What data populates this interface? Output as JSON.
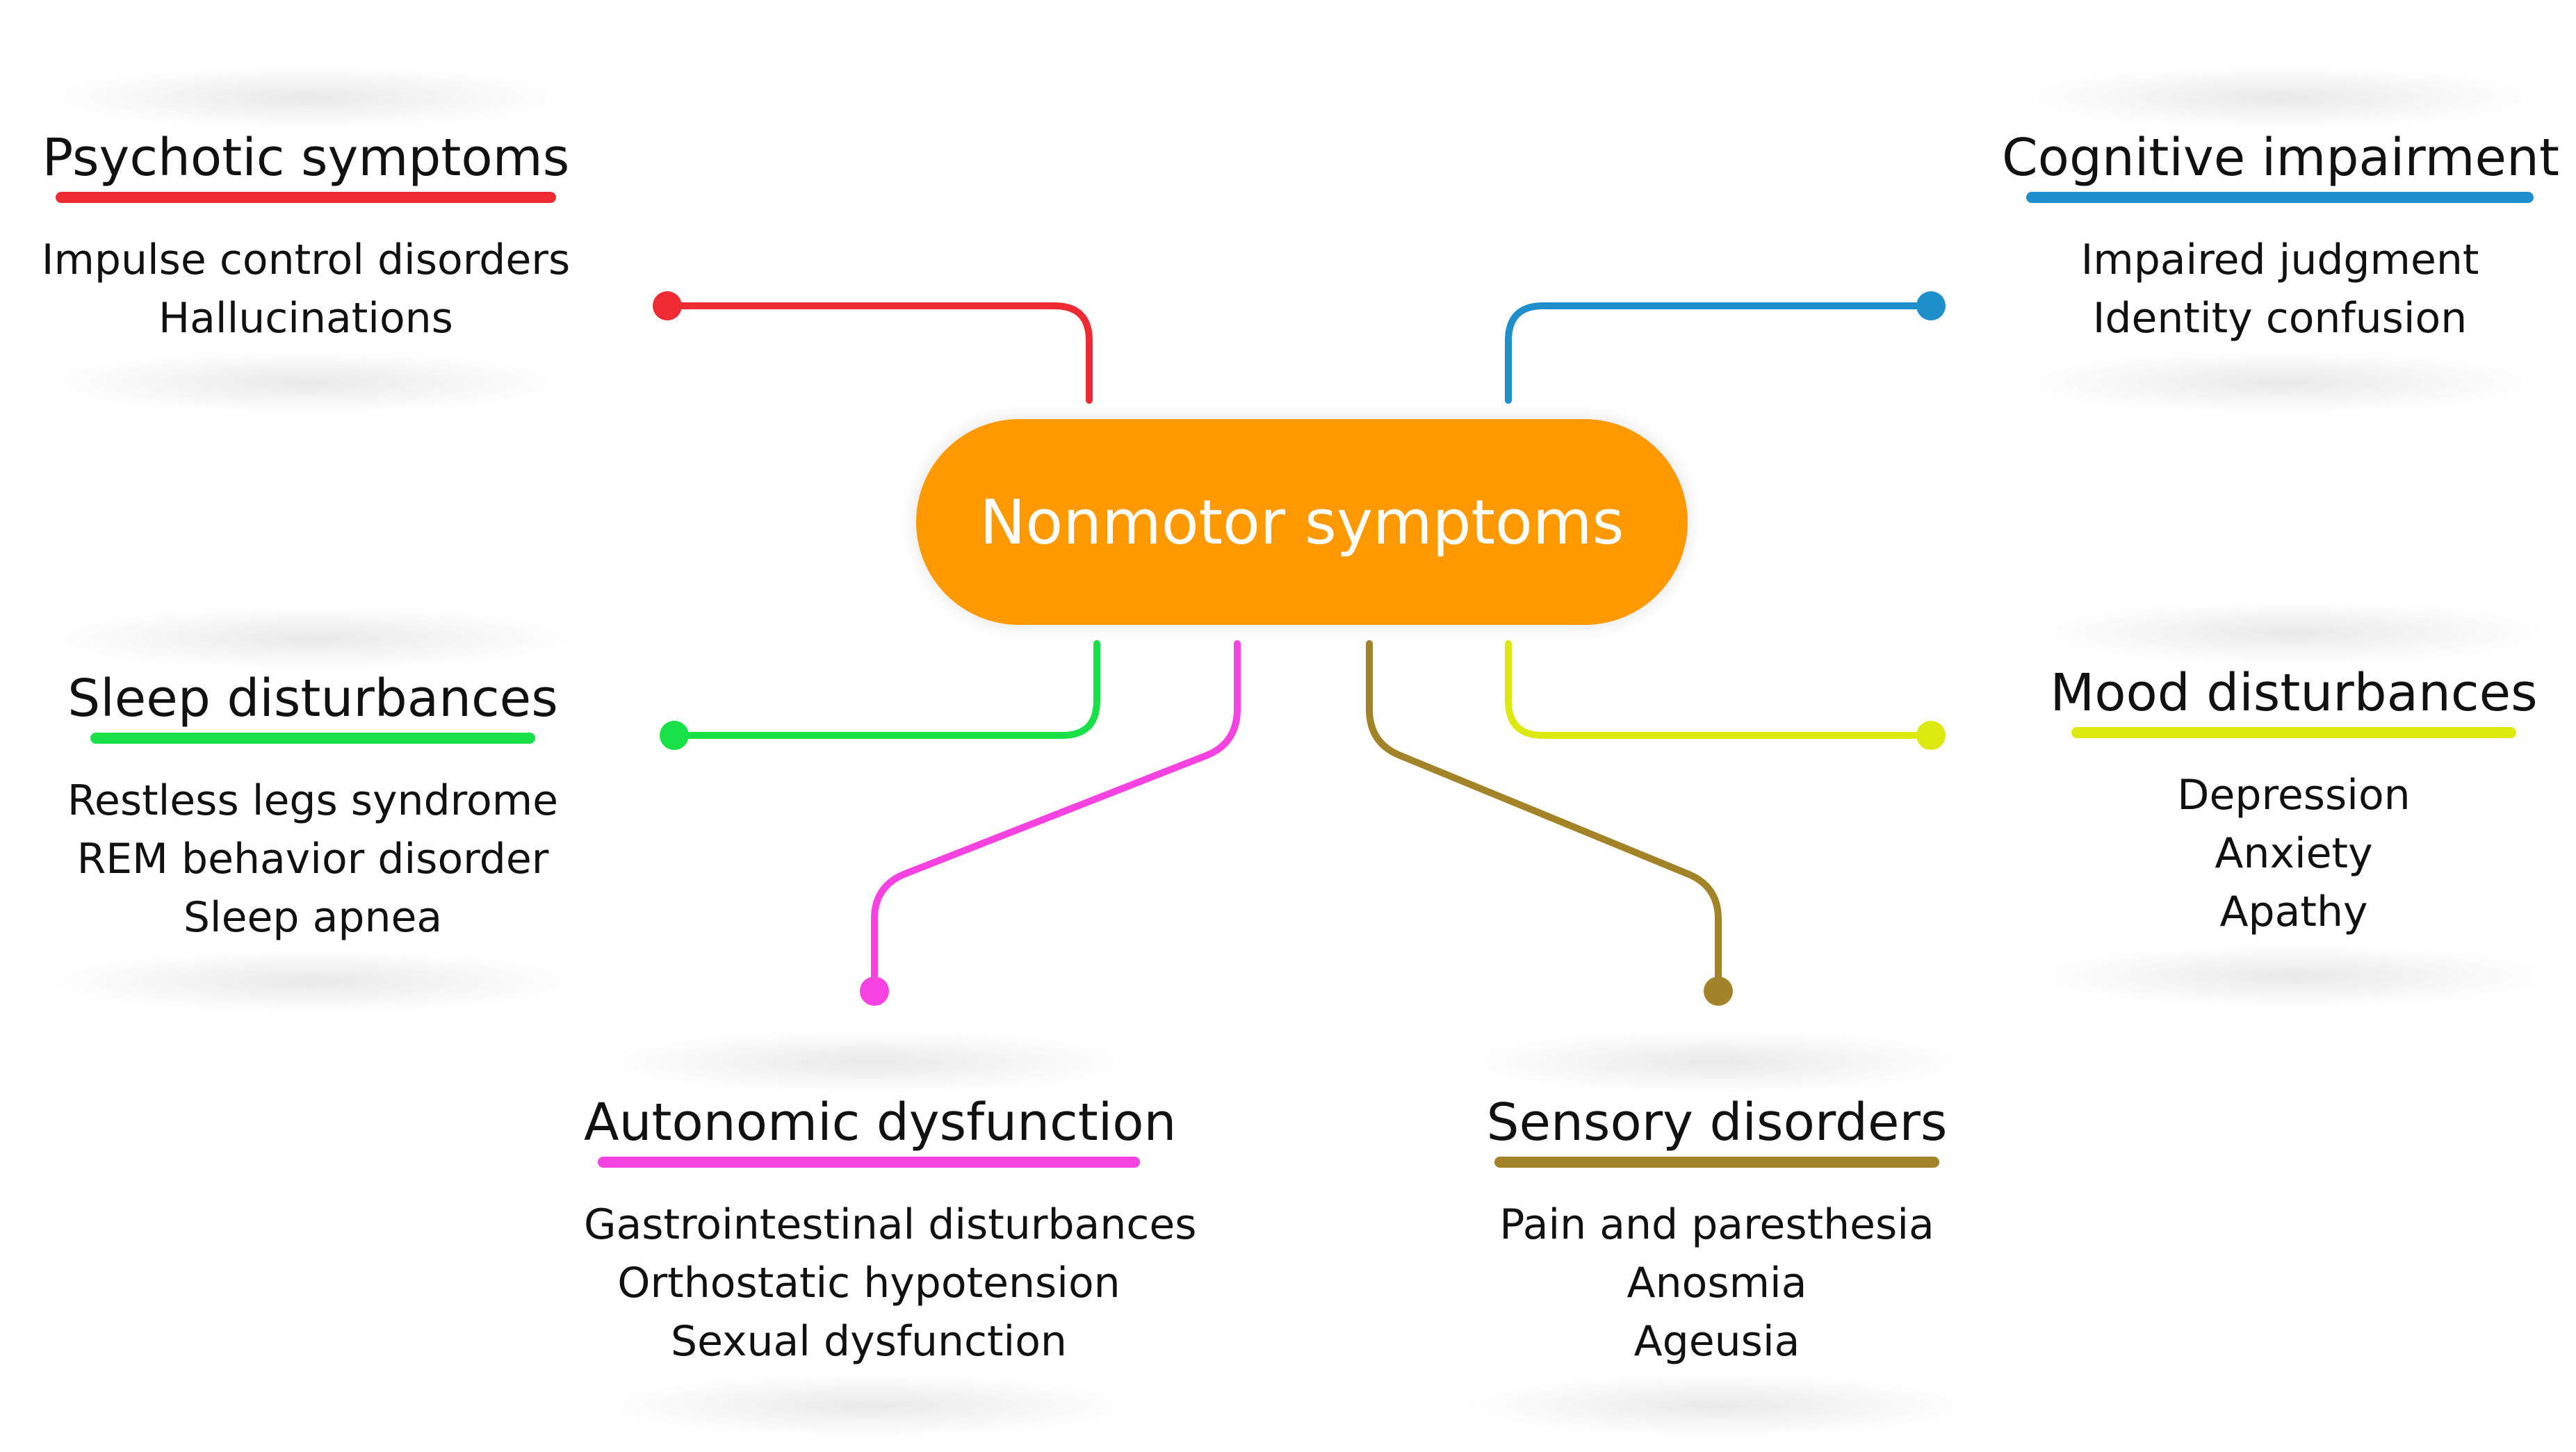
{
  "center": {
    "label": "Nonmotor symptoms",
    "color": "#FF9900"
  },
  "categories": [
    {
      "id": "psychotic",
      "title": "Psychotic symptoms",
      "color": "#EE2B33",
      "items": [
        "Impulse control disorders",
        "Hallucinations"
      ]
    },
    {
      "id": "cognitive",
      "title": "Cognitive impairment",
      "color": "#1E8FCB",
      "items": [
        "Impaired judgment",
        "Identity confusion"
      ]
    },
    {
      "id": "sleep",
      "title": "Sleep disturbances",
      "color": "#18E046",
      "items": [
        "Restless legs syndrome",
        "REM behavior disorder",
        "Sleep apnea"
      ]
    },
    {
      "id": "mood",
      "title": "Mood disturbances",
      "color": "#DDE80E",
      "items": [
        "Depression",
        "Anxiety",
        "Apathy"
      ]
    },
    {
      "id": "autonomic",
      "title": "Autonomic dysfunction",
      "color": "#F542E0",
      "items": [
        "Gastrointestinal disturbances",
        "Orthostatic hypotension",
        "Sexual dysfunction"
      ]
    },
    {
      "id": "sensory",
      "title": "Sensory disorders",
      "color": "#A28328",
      "items": [
        "Pain and paresthesia",
        "Anosmia",
        "Ageusia"
      ]
    }
  ],
  "connectors": [
    {
      "from": "center",
      "to": "psychotic"
    },
    {
      "from": "center",
      "to": "cognitive"
    },
    {
      "from": "center",
      "to": "sleep"
    },
    {
      "from": "center",
      "to": "mood"
    },
    {
      "from": "center",
      "to": "autonomic"
    },
    {
      "from": "center",
      "to": "sensory"
    }
  ]
}
